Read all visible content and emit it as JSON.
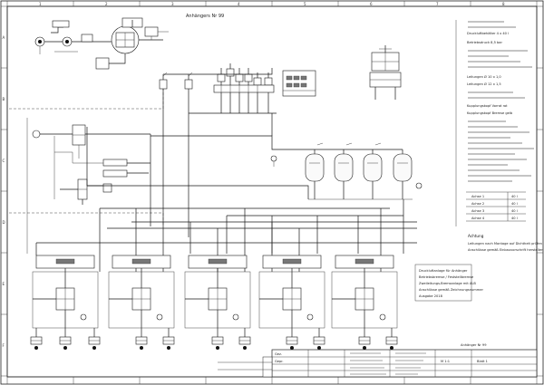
{
  "drawing": {
    "header_label": "Anhängers Nr 99",
    "note_heading": "Achtung",
    "note_lines": [
      "Leitungen nach Montage auf Dichtheit prüfen",
      "Anschlüsse gemäß Einbauvorschrift herstellen"
    ],
    "footnote_lines": [
      "Druckluftanlage für Anhänger",
      "Betriebsbremse / Feststellbremse",
      "Zweileitungs-Bremsanlage mit ALB",
      "Anschlüsse gemäß Zeichnungsnummer",
      "Ausgabe 2018"
    ],
    "legend_caption": "Anhänger Nr 99"
  },
  "right_panel": {
    "side_notes": [
      "Druckluftbehälter 4 x 40 l",
      "Betriebsdruck 8,5 bar",
      "Leitungen Ø 10 x 1,0",
      "Leitungen Ø 12 x 1,5",
      "Kupplungskopf Vorrat rot",
      "Kupplungskopf Bremse gelb"
    ],
    "table_rows": [
      {
        "label": "Achse 1",
        "value": "40 l"
      },
      {
        "label": "Achse 2",
        "value": "40 l"
      },
      {
        "label": "Achse 3",
        "value": "40 l"
      },
      {
        "label": "Achse 4",
        "value": "40 l"
      }
    ],
    "title_block": {
      "drawn_label": "Gez.",
      "checked_label": "Gepr.",
      "scale_label": "M 1:1",
      "sheet_label": "Blatt 1"
    }
  },
  "icons": {
    "coupling": "coupling-head-icon",
    "reservoir": "air-reservoir-icon",
    "brake_cylinder": "brake-cylinder-icon",
    "valve": "valve-icon",
    "gauge": "gauge-icon"
  }
}
